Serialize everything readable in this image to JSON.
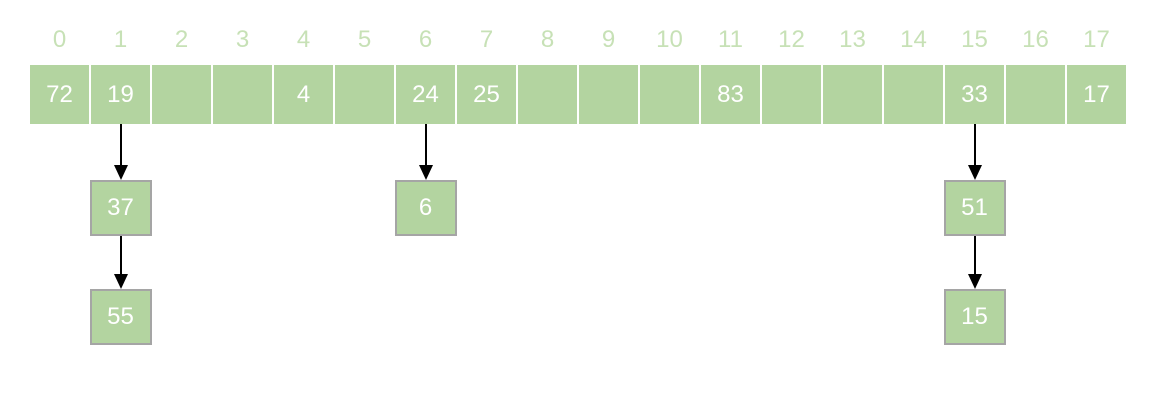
{
  "diagram": {
    "array": {
      "indices": [
        "0",
        "1",
        "2",
        "3",
        "4",
        "5",
        "6",
        "7",
        "8",
        "9",
        "10",
        "11",
        "12",
        "13",
        "14",
        "15",
        "16",
        "17"
      ],
      "cells": [
        "72",
        "19",
        "",
        "",
        "4",
        "",
        "24",
        "25",
        "",
        "",
        "",
        "83",
        "",
        "",
        "",
        "33",
        "",
        "17"
      ]
    },
    "chains": [
      {
        "index": 1,
        "nodes": [
          "37",
          "55"
        ]
      },
      {
        "index": 6,
        "nodes": [
          "6"
        ]
      },
      {
        "index": 15,
        "nodes": [
          "51",
          "15"
        ]
      }
    ],
    "colors": {
      "cell_fill": "#b3d4a0",
      "index_label_text": "#c7e1b6",
      "cell_text": "#ffffff",
      "node_border": "#a5a5a5",
      "arrow": "#000000",
      "background": "#ffffff"
    }
  }
}
